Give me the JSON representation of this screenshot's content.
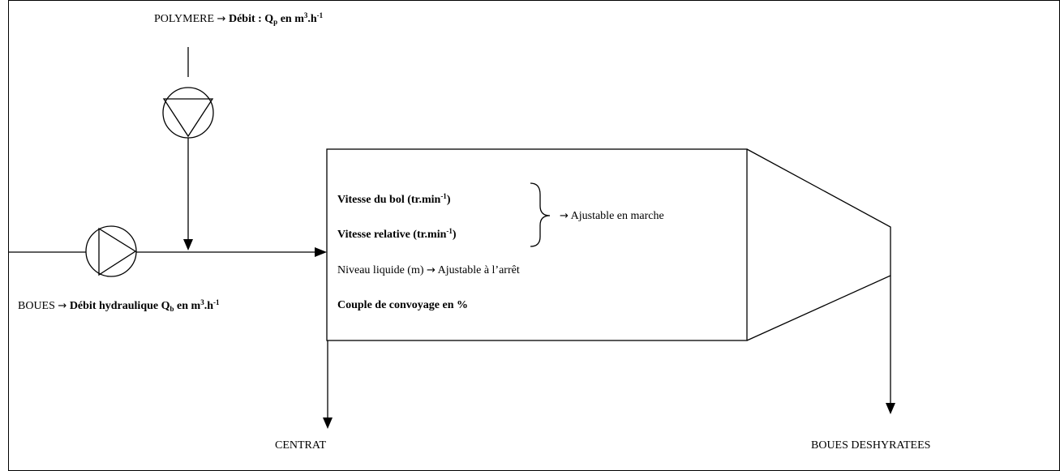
{
  "polymer": {
    "name": "POLYMERE",
    "arrow": "→",
    "flow_text": "Débit : Q",
    "flow_sub": "p",
    "flow_unit": " en m",
    "unit_sup1": "3",
    "unit_mid": ".h",
    "unit_sup2": "-1"
  },
  "sludge": {
    "name": "BOUES",
    "arrow": "→",
    "flow_text": "Débit hydraulique Q",
    "flow_sub": "b",
    "flow_unit": " en m",
    "unit_sup1": "3",
    "unit_mid": ".h",
    "unit_sup2": "-1"
  },
  "centrifuge": {
    "bowl_speed": "Vitesse du bol (tr.min",
    "bowl_speed_sup": "-1",
    "bowl_speed_end": ")",
    "relative_speed": "Vitesse relative (tr.min",
    "relative_speed_sup": "-1",
    "relative_speed_end": ")",
    "adjustable_running_arrow": "→",
    "adjustable_running": " Ajustable en  marche",
    "liquid_level": "Niveau liquide (m) ",
    "liquid_level_arrow": "→",
    "liquid_level_adj": " Ajustable à l’arrêt",
    "torque": "Couple de convoyage en %"
  },
  "outputs": {
    "centrate": "CENTRAT",
    "dewatered": "BOUES DESHYRATEES"
  }
}
